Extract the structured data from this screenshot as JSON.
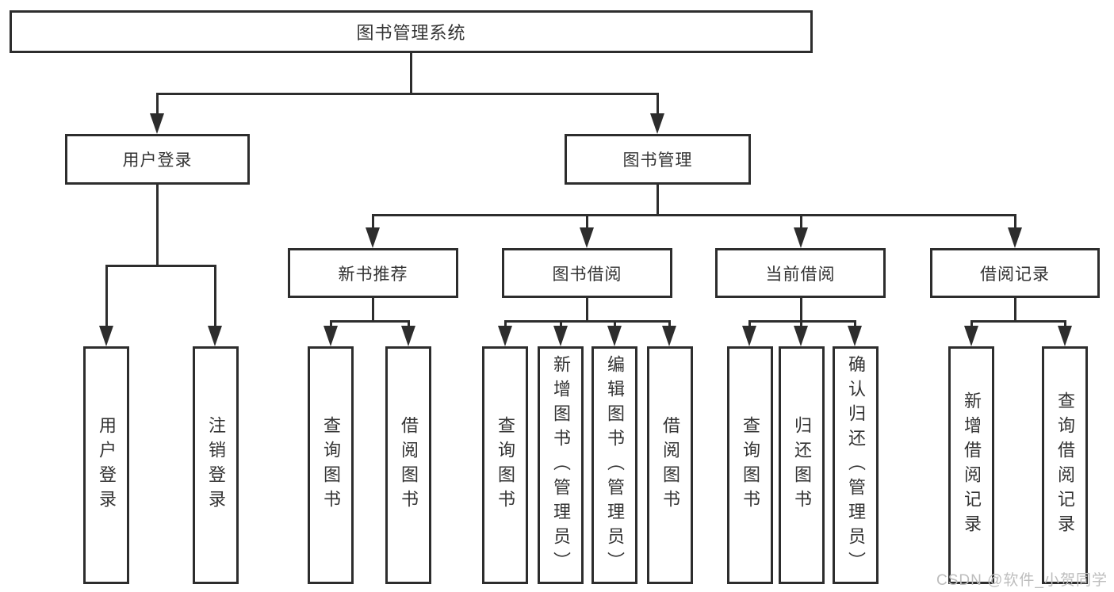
{
  "diagram": {
    "root": {
      "label": "图书管理系统"
    },
    "level2": {
      "user_login": {
        "label": "用户登录"
      },
      "book_mgmt": {
        "label": "图书管理"
      }
    },
    "level3": {
      "new_books": {
        "label": "新书推荐"
      },
      "borrow": {
        "label": "图书借阅"
      },
      "current": {
        "label": "当前借阅"
      },
      "records": {
        "label": "借阅记录"
      }
    },
    "leaves": {
      "user_login": [
        "用户登录",
        "注销登录"
      ],
      "new_books": [
        "查询图书",
        "借阅图书"
      ],
      "borrow": [
        "查询图书",
        "新增图书（管理员）",
        "编辑图书（管理员）",
        "借阅图书"
      ],
      "current": [
        "查询图书",
        "归还图书",
        "确认归还（管理员）"
      ],
      "records": [
        "新增借阅记录",
        "查询借阅记录"
      ]
    },
    "watermark": "CSDN @软件_小贺同学"
  },
  "colors": {
    "line": "#2d2d2d",
    "text": "#333333",
    "background": "#ffffff",
    "watermark": "#bdbdbd"
  }
}
